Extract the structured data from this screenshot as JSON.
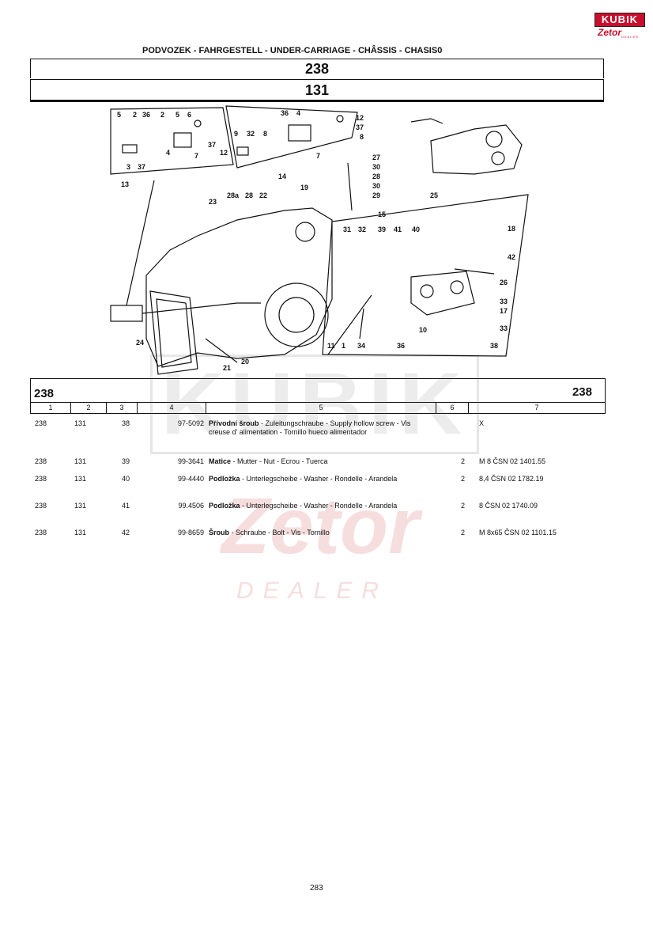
{
  "logo": {
    "brand": "KUBIK",
    "sub": "Zetor",
    "tag": "DEALER"
  },
  "header": {
    "title": "PODVOZEK - FAHRGESTELL - UNDER-CARRIAGE - CHÂSSIS - CHASIS0",
    "group": "238",
    "subgroup": "131"
  },
  "diagram": {
    "callouts": [
      "5",
      "2",
      "36",
      "2",
      "5",
      "6",
      "37",
      "12",
      "4",
      "7",
      "3",
      "37",
      "13",
      "9",
      "32",
      "8",
      "36",
      "4",
      "12",
      "37",
      "8",
      "7",
      "14",
      "27",
      "30",
      "28",
      "30",
      "29",
      "15",
      "19",
      "28a",
      "28",
      "22",
      "23",
      "25",
      "31",
      "32",
      "39",
      "41",
      "40",
      "18",
      "42",
      "26",
      "33",
      "17",
      "33",
      "38",
      "10",
      "36",
      "34",
      "1",
      "11",
      "21",
      "20",
      "24"
    ]
  },
  "table": {
    "code_left": "238",
    "code_right": "238",
    "columns": [
      "1",
      "2",
      "3",
      "4",
      "5",
      "6",
      "7"
    ],
    "rows": [
      {
        "c1": "238",
        "c2": "131",
        "c3": "38",
        "c4": "97-5092",
        "name": "Přívodní šroub",
        "desc": " - Zuleitungschraube - Supply hollow screw - Vis creuse d' alimentation - Tornillo hueco alimentador",
        "qty": "",
        "note": "X"
      },
      {
        "c1": "238",
        "c2": "131",
        "c3": "39",
        "c4": "99-3641",
        "name": "Matice",
        "desc": " - Mutter - Nut - Ecrou - Tuerca",
        "qty": "2",
        "note": "M 8 ČSN 02 1401.55"
      },
      {
        "c1": "238",
        "c2": "131",
        "c3": "40",
        "c4": "99-4440",
        "name": "Podložka",
        "desc": " - Unterlegscheibe - Washer - Rondelle - Arandela",
        "qty": "2",
        "note": "8,4 ČSN 02 1782.19"
      },
      {
        "c1": "238",
        "c2": "131",
        "c3": "41",
        "c4": "99.4506",
        "name": "Podložka",
        "desc": " - Unterlegscheibe - Washer - Rondelle - Arandela",
        "qty": "2",
        "note": "8 ČSN 02 1740.09"
      },
      {
        "c1": "238",
        "c2": "131",
        "c3": "42",
        "c4": "99-8659",
        "name": "Šroub",
        "desc": " - Schraube - Bolt - Vis - Tornillo",
        "qty": "2",
        "note": "M 8x65 ČSN 02 1101.15"
      }
    ]
  },
  "watermark": {
    "brand": "KUBIK",
    "sub": "Zetor",
    "tag": "DEALER"
  },
  "page_number": "283"
}
